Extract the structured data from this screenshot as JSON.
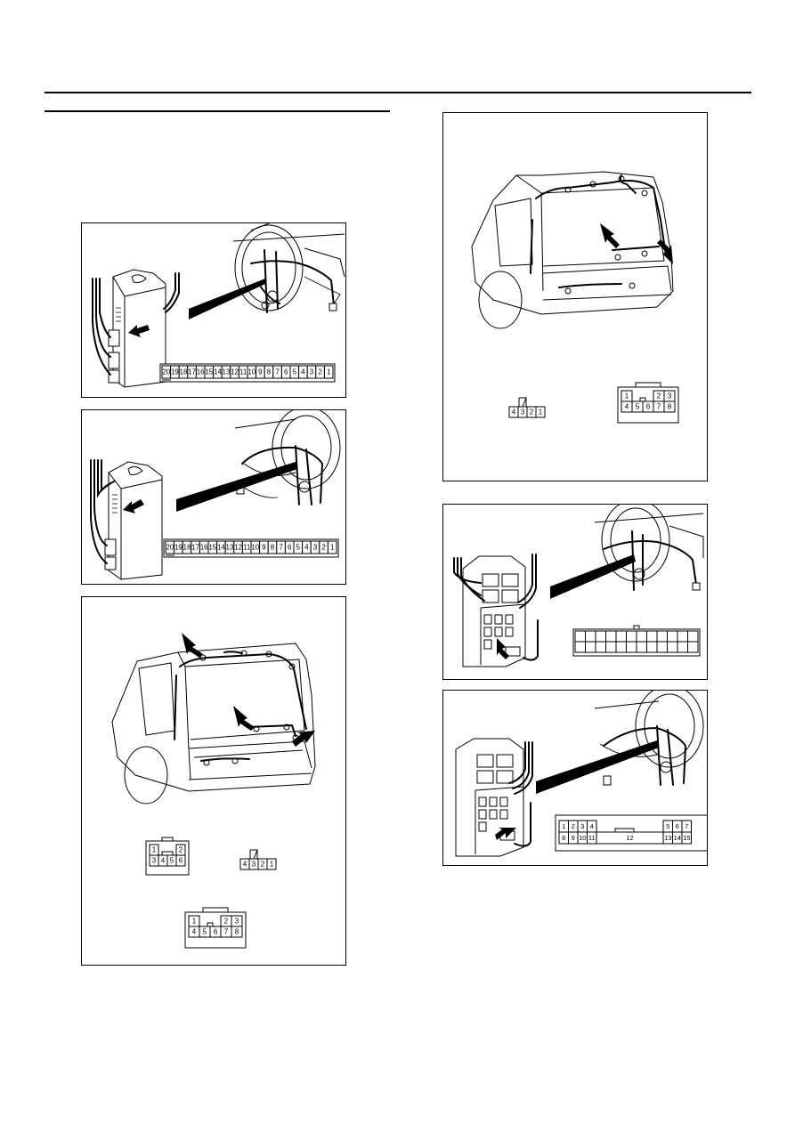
{
  "page": {
    "header_rules": [
      "top-rule",
      "sub-rule"
    ]
  },
  "figures": [
    {
      "id": "fig-1",
      "connector_pins": [
        "20",
        "19",
        "18",
        "17",
        "16",
        "15",
        "14",
        "13",
        "12",
        "11",
        "10",
        "9",
        "8",
        "7",
        "6",
        "5",
        "4",
        "3",
        "2",
        "1"
      ]
    },
    {
      "id": "fig-2",
      "connector_pins": [
        "20",
        "19",
        "18",
        "17",
        "16",
        "15",
        "14",
        "13",
        "12",
        "11",
        "10",
        "9",
        "8",
        "7",
        "6",
        "5",
        "4",
        "3",
        "2",
        "1"
      ]
    },
    {
      "id": "fig-3",
      "connector_a": {
        "top": [
          "1",
          "2"
        ],
        "bottom": [
          "3",
          "4",
          "5",
          "6"
        ]
      },
      "connector_b": [
        "4",
        "3",
        "2",
        "1"
      ],
      "connector_c": {
        "top": [
          "1",
          "2",
          "3"
        ],
        "bottom": [
          "4",
          "5",
          "6",
          "7",
          "8"
        ]
      }
    },
    {
      "id": "fig-4",
      "connector_b": [
        "4",
        "3",
        "2",
        "1"
      ],
      "connector_c": {
        "top": [
          "1",
          "2",
          "3"
        ],
        "bottom": [
          "4",
          "5",
          "6",
          "7",
          "8"
        ]
      }
    },
    {
      "id": "fig-5",
      "connector_blank": {
        "top_cells": 12,
        "bottom_cells": 12
      }
    },
    {
      "id": "fig-6",
      "connector_pins": {
        "top": [
          "1",
          "2",
          "3",
          "4",
          "5",
          "6",
          "7"
        ],
        "bottom": [
          "8",
          "9",
          "10",
          "11",
          "12",
          "13",
          "14",
          "15"
        ]
      }
    }
  ],
  "colors": {
    "ink": "#000000",
    "paper": "#ffffff"
  },
  "icons": [
    "arrow-icon",
    "steering-wheel-icon",
    "vehicle-rear-icon",
    "junction-block-icon",
    "connector-icon"
  ]
}
